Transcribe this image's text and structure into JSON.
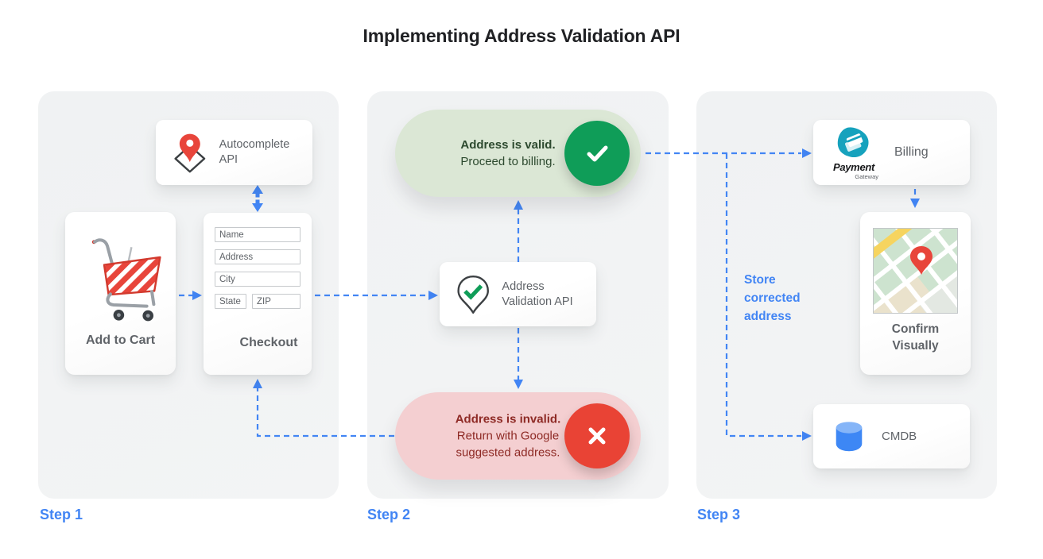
{
  "title": "Implementing Address Validation API",
  "steps": {
    "step1": "Step 1",
    "step2": "Step 2",
    "step3": "Step 3"
  },
  "step1": {
    "autocomplete_api_label": "Autocomplete API",
    "add_to_cart_label": "Add to Cart",
    "checkout_label": "Checkout",
    "checkout_fields": {
      "name": "Name",
      "address": "Address",
      "city": "City",
      "state": "State",
      "zip": "ZIP"
    }
  },
  "step2": {
    "validation_api_label": "Address Validation API",
    "valid_result": {
      "title": "Address is valid.",
      "body": "Proceed to billing."
    },
    "invalid_result": {
      "title": "Address is invalid.",
      "body": "Return with Google suggested address."
    }
  },
  "step3": {
    "billing_label": "Billing",
    "payment_logo": {
      "title": "Payment",
      "subtitle": "Gateway"
    },
    "store_note": "Store corrected address",
    "confirm_label": "Confirm Visually",
    "cmdb_label": "CMDB"
  },
  "icons": {
    "autocomplete": "map-pin-over-diamond-icon",
    "validation": "map-pin-check-icon",
    "cart": "shopping-cart-icon",
    "valid": "check-circle-icon",
    "invalid": "x-circle-icon",
    "billing": "payment-gateway-logo",
    "confirm": "map-with-pin-image",
    "cmdb": "database-cylinder-icon"
  },
  "colors": {
    "accent_blue": "#4285F4",
    "success_green": "#0F9D58",
    "success_pill_bg": "#DBE7D5",
    "success_text": "#2D4A2F",
    "error_red": "#E94335",
    "error_pill_bg": "#F4CFD1",
    "error_text": "#8E2A25",
    "panel_bg": "#F1F3F4",
    "text_gray": "#5F6368",
    "title_color": "#202124"
  }
}
